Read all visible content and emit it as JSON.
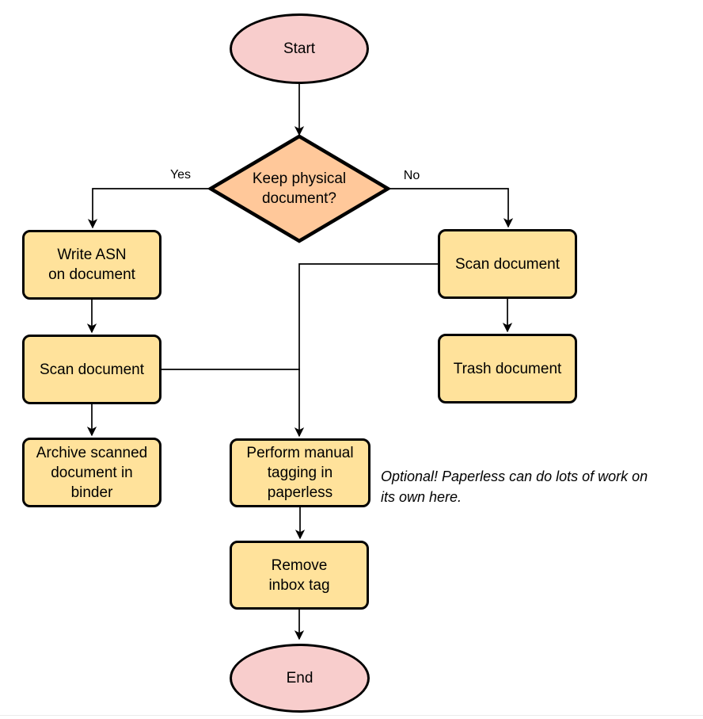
{
  "diagram": {
    "nodes": {
      "start": {
        "label": "Start",
        "type": "terminator"
      },
      "decision": {
        "label": "Keep physical\ndocument?",
        "type": "decision"
      },
      "write_asn": {
        "label": "Write ASN\non document",
        "type": "process"
      },
      "scan_left": {
        "label": "Scan document",
        "type": "process"
      },
      "archive": {
        "label": "Archive scanned\ndocument in\nbinder",
        "type": "process"
      },
      "scan_right": {
        "label": "Scan document",
        "type": "process"
      },
      "trash": {
        "label": "Trash document",
        "type": "process"
      },
      "tagging": {
        "label": "Perform manual\ntagging in\npaperless",
        "type": "process"
      },
      "remove_inbox": {
        "label": "Remove\ninbox tag",
        "type": "process"
      },
      "end": {
        "label": "End",
        "type": "terminator"
      }
    },
    "edge_labels": {
      "yes": "Yes",
      "no": "No"
    },
    "note": "Optional! Paperless can do lots of work on\nits own here.",
    "colors": {
      "terminator_fill": "#F8CDCC",
      "decision_fill": "#FFC89A",
      "process_fill": "#FFE29B",
      "stroke": "#000000"
    }
  }
}
